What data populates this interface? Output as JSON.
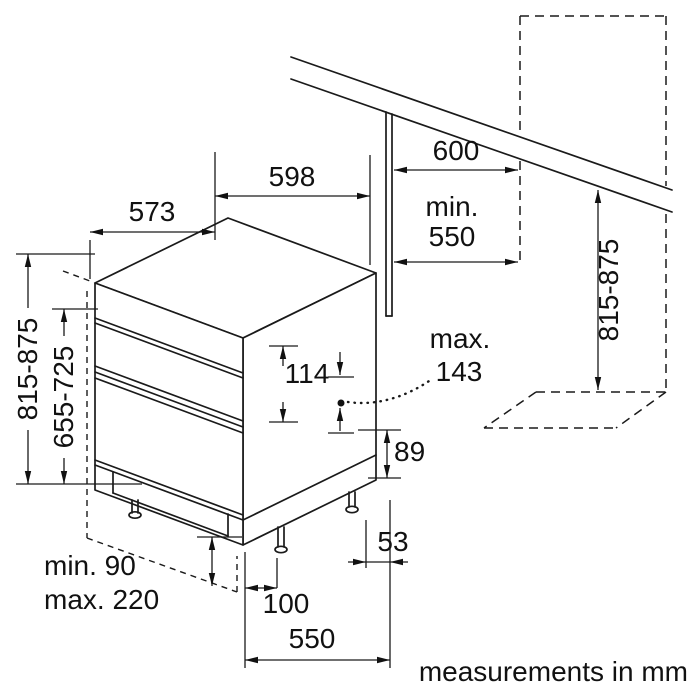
{
  "title_note": "measurements in mm",
  "dimensions": {
    "top_depth": "573",
    "top_width": "598",
    "niche_width": "600",
    "niche_depth_prefix": "min.",
    "niche_depth_value": "550",
    "appliance_height": "815-875",
    "door_panel_height": "655-725",
    "niche_height": "815-875",
    "control_panel_height": "114",
    "door_overlap_prefix": "max.",
    "door_overlap_value": "143",
    "plinth_height": "89",
    "rear_clearance": "53",
    "feet_adjust_min": "min. 90",
    "feet_adjust_max": "max. 220",
    "front_offset": "100",
    "body_depth": "550"
  }
}
